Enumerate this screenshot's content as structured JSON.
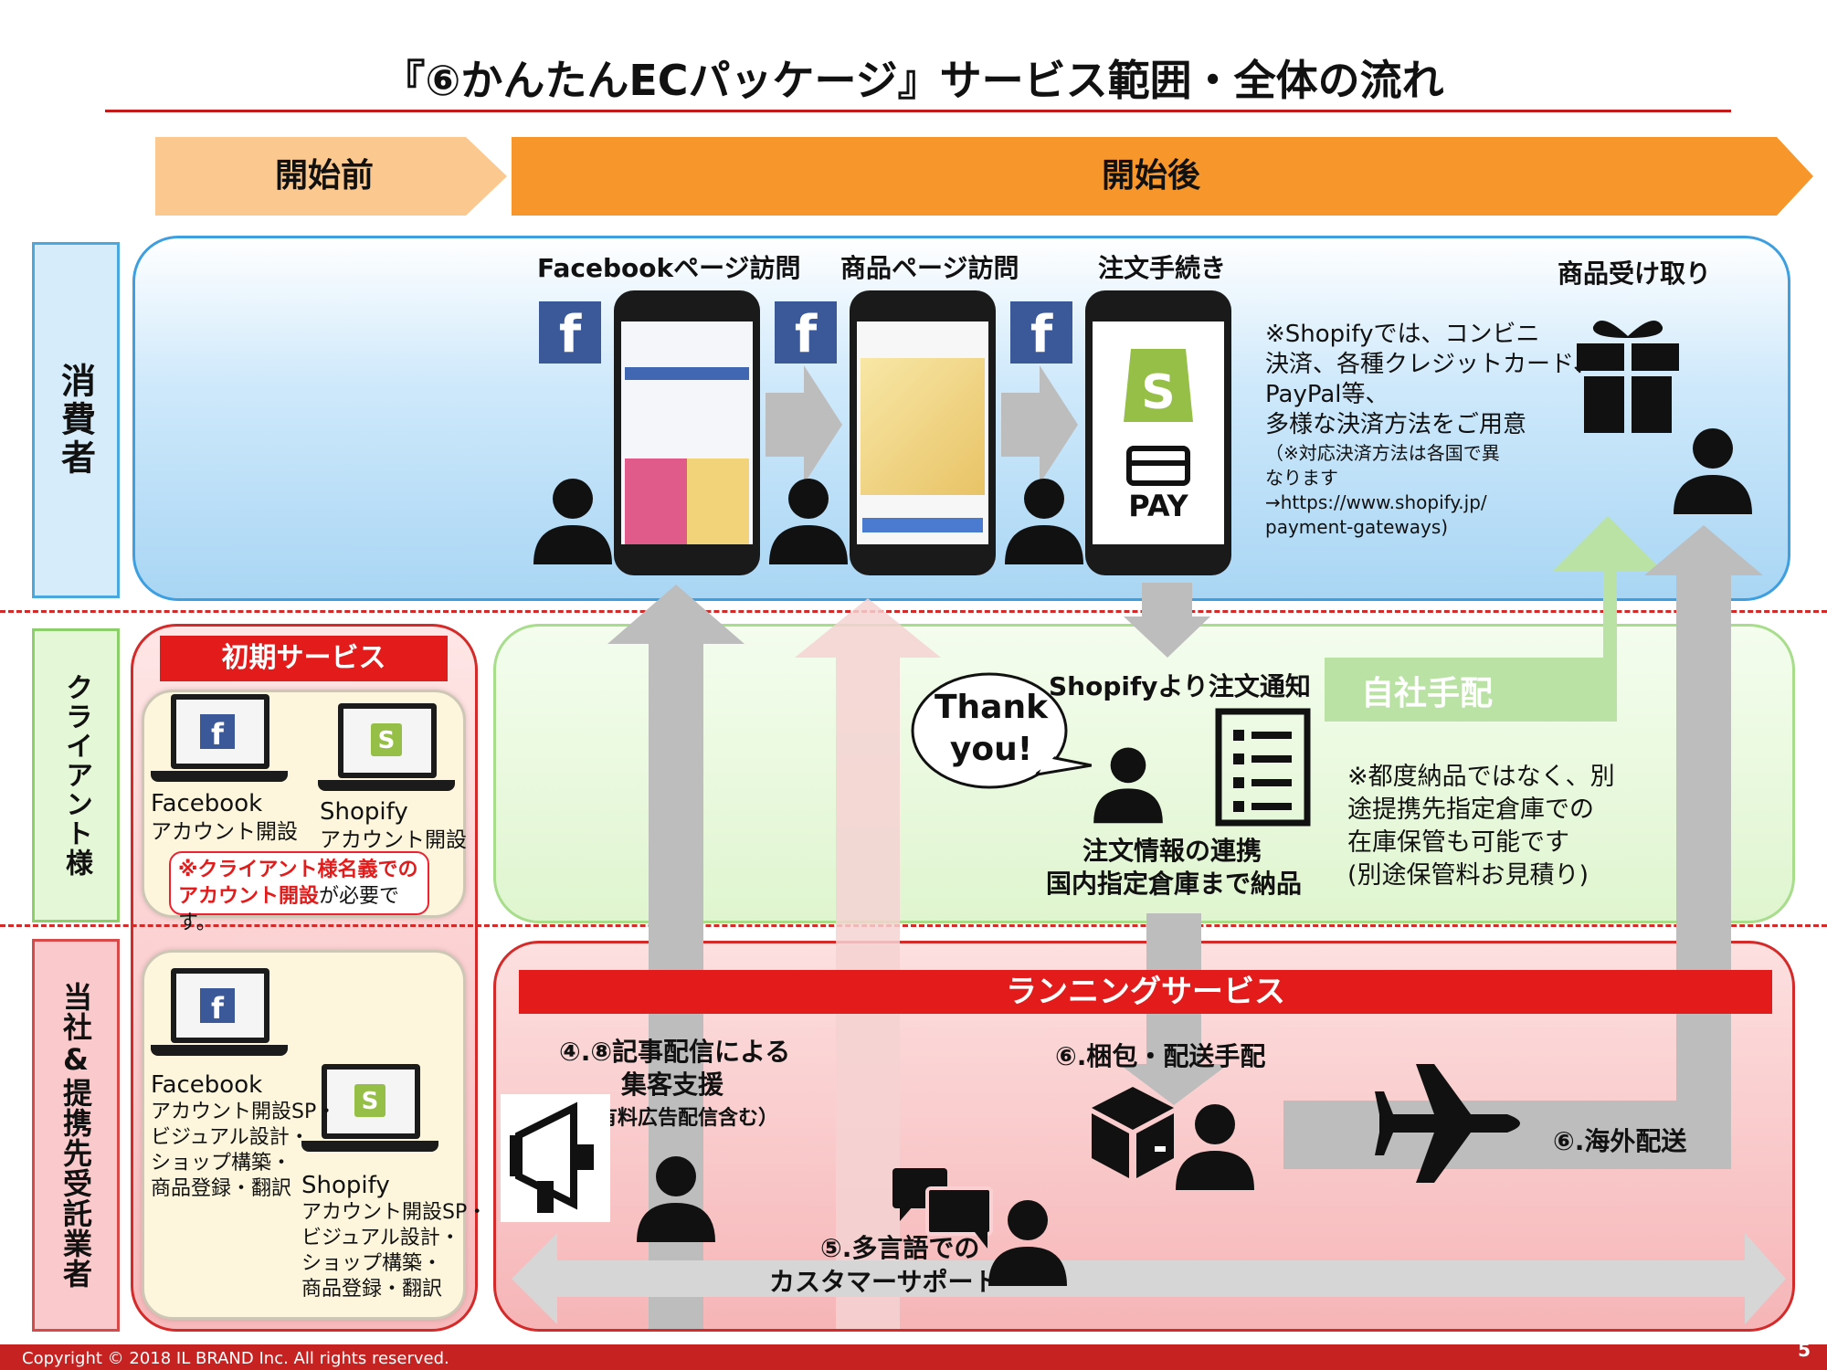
{
  "title": "『⑥かんたんECパッケージ』サービス範囲・全体の流れ",
  "phases": {
    "before": "開始前",
    "after": "開始後"
  },
  "lanes": {
    "consumer": "消費者",
    "client": "クライアント様",
    "company": "当社&提携先受託業者"
  },
  "consumer": {
    "step1": "Facebookページ訪問",
    "step2": "商品ページ訪問",
    "step3": "注文手続き",
    "step4": "商品受け取り",
    "pay_label": "PAY",
    "note_lines": [
      "※Shopifyでは、コンビニ",
      "決済、各種クレジットカード、",
      "PayPal等、",
      "多様な決済方法をご用意"
    ],
    "note_small": [
      "（※対応決済方法は各国で異",
      "なります",
      "→https://www.shopify.jp/",
      "payment-gateways)"
    ]
  },
  "client": {
    "initial_service": "初期サービス",
    "fb_title": "Facebook",
    "fb_sub": "アカウント開設",
    "shop_title": "Shopify",
    "shop_sub": "アカウント開設",
    "warning_bold1": "※クライアント様名義での",
    "warning_bold2": "アカウント開設",
    "warning_rest": "が必要です。",
    "notify": "Shopifyより注文通知",
    "thank": "Thank you!",
    "self_arrange": "自社手配",
    "order_link1": "注文情報の連携",
    "order_link2": "国内指定倉庫まで納品",
    "stock_note": [
      "※都度納品ではなく、別",
      "途提携先指定倉庫での",
      "在庫保管も可能です",
      "(別途保管料お見積り)"
    ]
  },
  "company": {
    "fb_title": "Facebook",
    "fb_lines": [
      "アカウント開設SP・",
      "ビジュアル設計・",
      "ショップ構築・",
      "商品登録・翻訳"
    ],
    "shop_title": "Shopify",
    "shop_lines": [
      "アカウント開設SP・",
      "ビジュアル設計・",
      "ショップ構築・",
      "商品登録・翻訳"
    ],
    "running": "ランニングサービス",
    "promo1": "④.⑧記事配信による",
    "promo2": "集客支援",
    "promo3": "（有料広告配信含む）",
    "pack": "⑥.梱包・配送手配",
    "overseas": "⑥.海外配送",
    "support1": "⑤.多言語での",
    "support2": "カスタマーサポート"
  },
  "icons": [
    "facebook-icon",
    "shopify-icon",
    "card-icon",
    "gift-icon",
    "person-icon",
    "document-list-icon",
    "megaphone-icon",
    "box-icon",
    "airplane-icon",
    "chat-icon",
    "laptop-icon"
  ],
  "colors": {
    "accent_red": "#e41b1b",
    "phase_orange": "#f7962b",
    "phase_light": "#fbc98f",
    "consumer_blue": "#cfe9fb",
    "client_green": "#e4f7d6",
    "company_pink": "#f9c9cb",
    "arrow_gray": "#bdbdbd"
  },
  "footer": {
    "copyright": "Copyright © 2018 IL BRAND Inc.   All rights reserved.",
    "page": "5"
  }
}
